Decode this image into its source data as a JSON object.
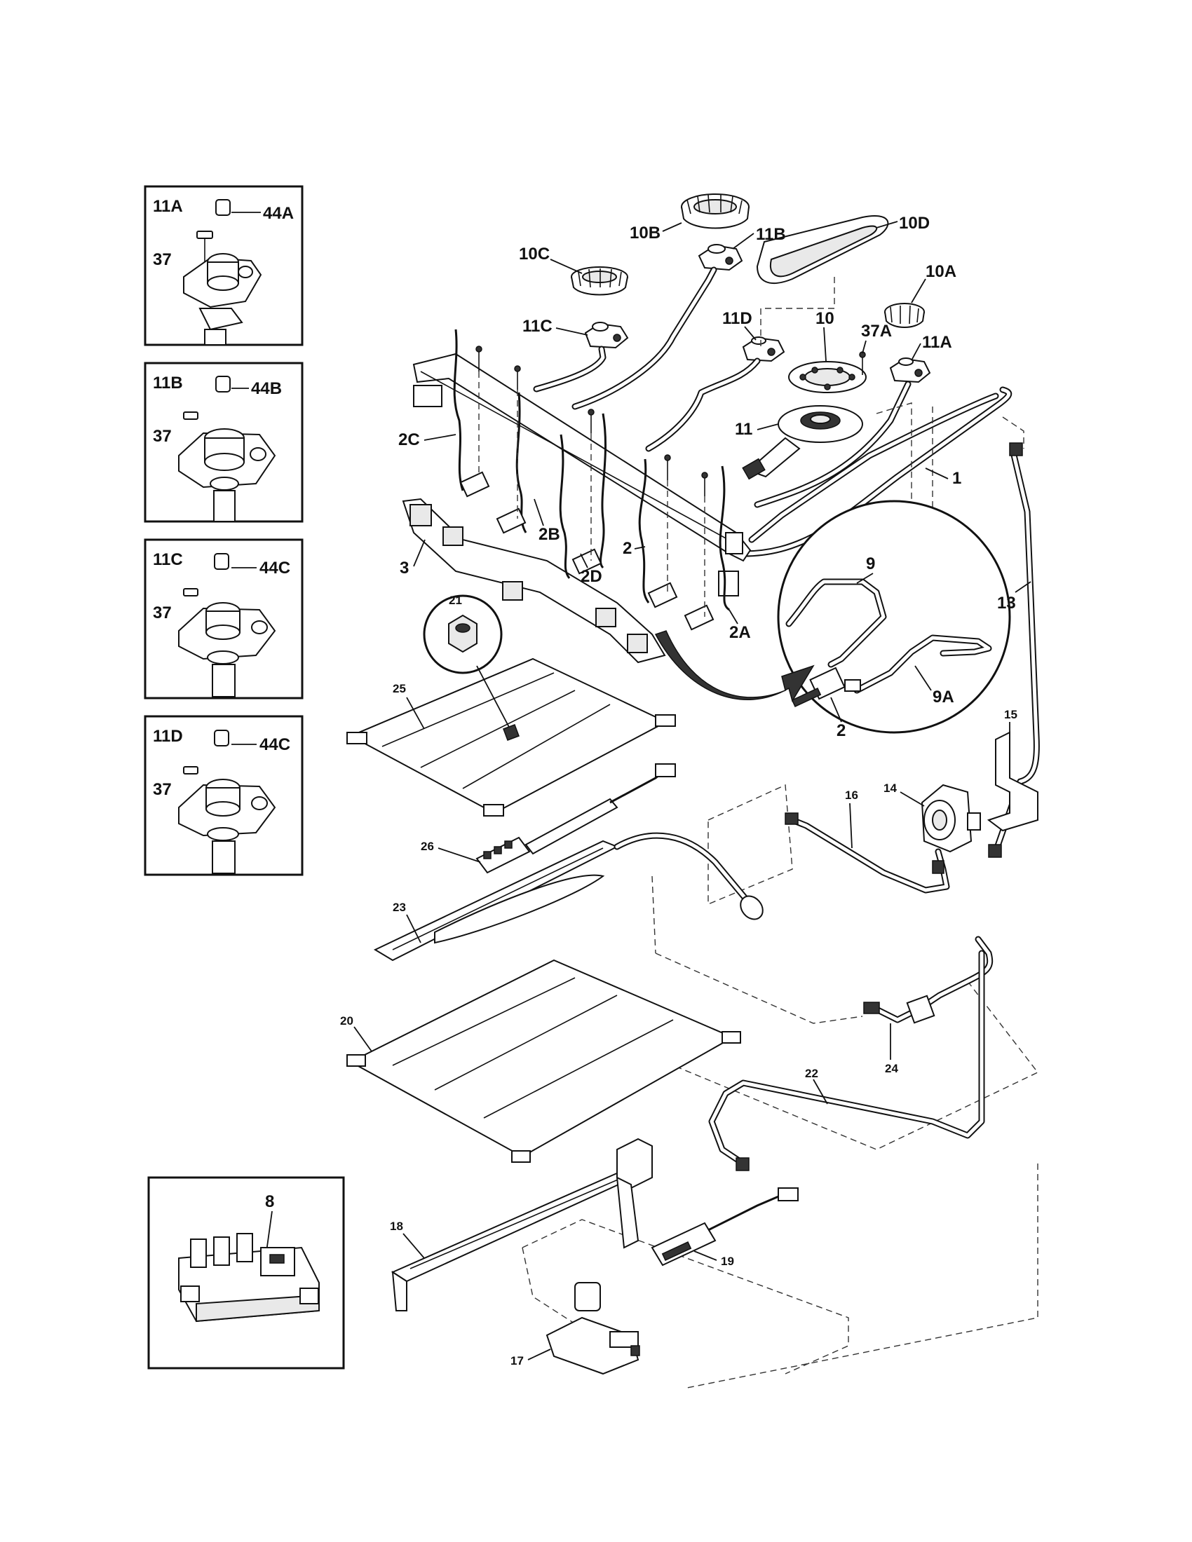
{
  "inset_panels": {
    "panel_11a": {
      "title": "11A",
      "cap_label": "44A",
      "screw_label": "37"
    },
    "panel_11b": {
      "title": "11B",
      "cap_label": "44B",
      "screw_label": "37"
    },
    "panel_11c": {
      "title": "11C",
      "cap_label": "44C",
      "screw_label": "37"
    },
    "panel_11d": {
      "title": "11D",
      "cap_label": "44C",
      "screw_label": "37"
    },
    "panel_8": {
      "label": "8"
    }
  },
  "callouts": {
    "c10b": "10B",
    "c11b": "11B",
    "c10d": "10D",
    "c10c": "10C",
    "c10a": "10A",
    "c11c": "11C",
    "c11d": "11D",
    "c10": "10",
    "c37a": "37A",
    "c11a": "11A",
    "c2c": "2C",
    "c11": "11",
    "c1": "1",
    "c2b": "2B",
    "c3": "3",
    "c2d": "2D",
    "c2": "2",
    "c9": "9",
    "c13": "13",
    "c2a": "2A",
    "c21": "21",
    "c25": "25",
    "c9a": "9A",
    "c2_detail": "2",
    "c15": "15",
    "c16": "16",
    "c14": "14",
    "c26": "26",
    "c23": "23",
    "c20": "20",
    "c24": "24",
    "c22": "22",
    "c18": "18",
    "c19": "19",
    "c17": "17"
  },
  "colors": {
    "ink": "#111111",
    "paper": "#ffffff",
    "shade": "#e9e9e9"
  }
}
